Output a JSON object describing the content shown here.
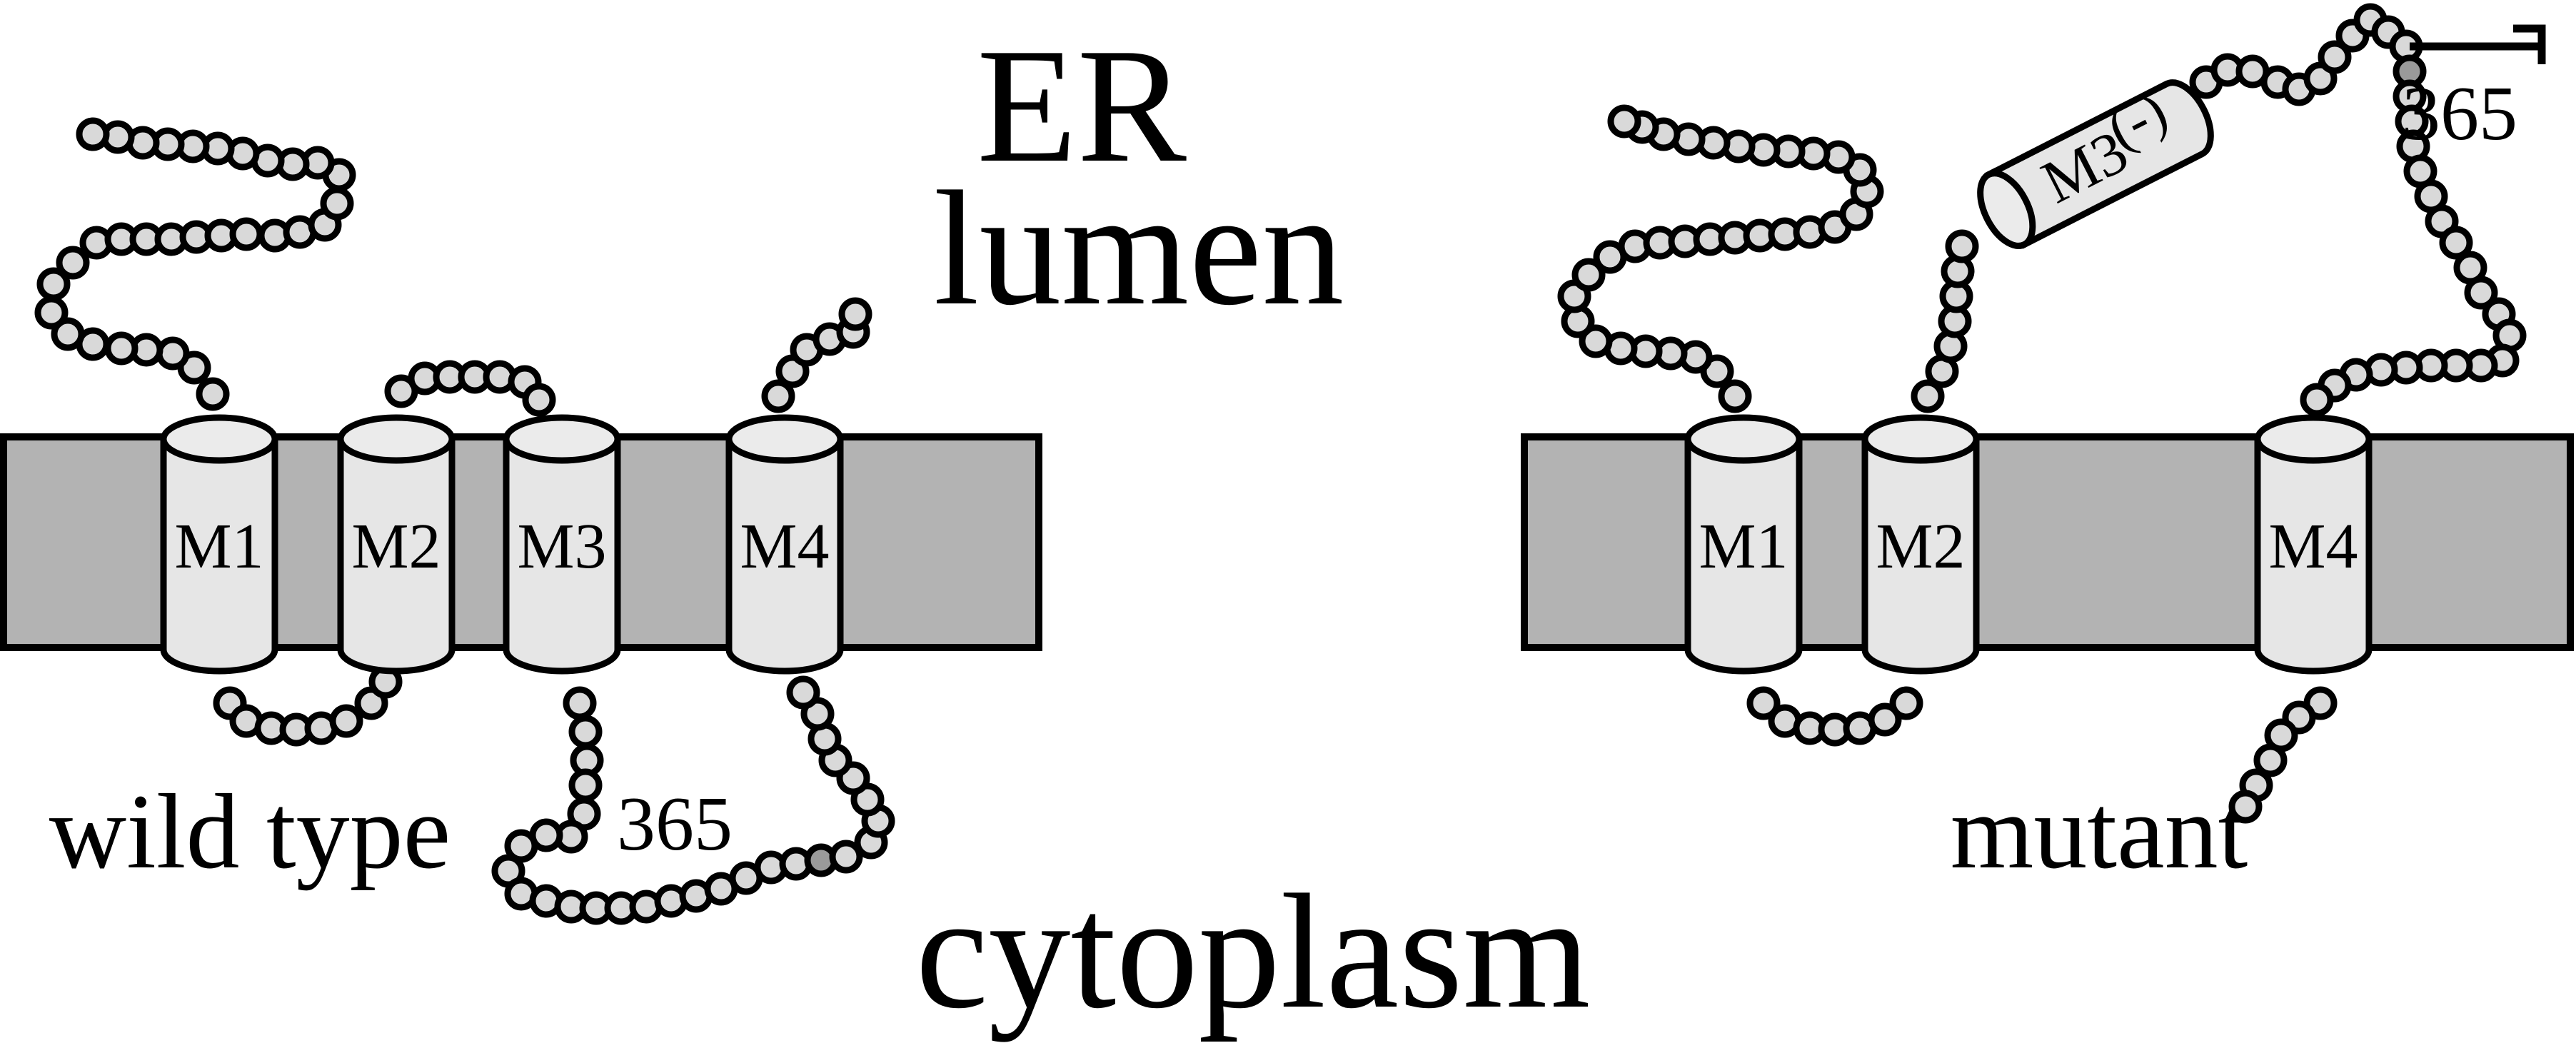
{
  "labels": {
    "er": "ER",
    "lumen": "lumen",
    "cytoplasm": "cytoplasm",
    "wild_type": "wild type",
    "mutant": "mutant",
    "residue_wt": "365",
    "residue_mut": "365"
  },
  "wild_type": {
    "helices": [
      "M1",
      "M2",
      "M3",
      "M4"
    ]
  },
  "mutant": {
    "helices": [
      "M1",
      "M2",
      "M4"
    ],
    "moved_helix": "M3",
    "moved_helix_charge": "(-)"
  },
  "colors": {
    "membrane": "#b3b3b3",
    "helix": "#e6e6e6",
    "bead": "#d9d9d9",
    "outline": "#000000"
  }
}
